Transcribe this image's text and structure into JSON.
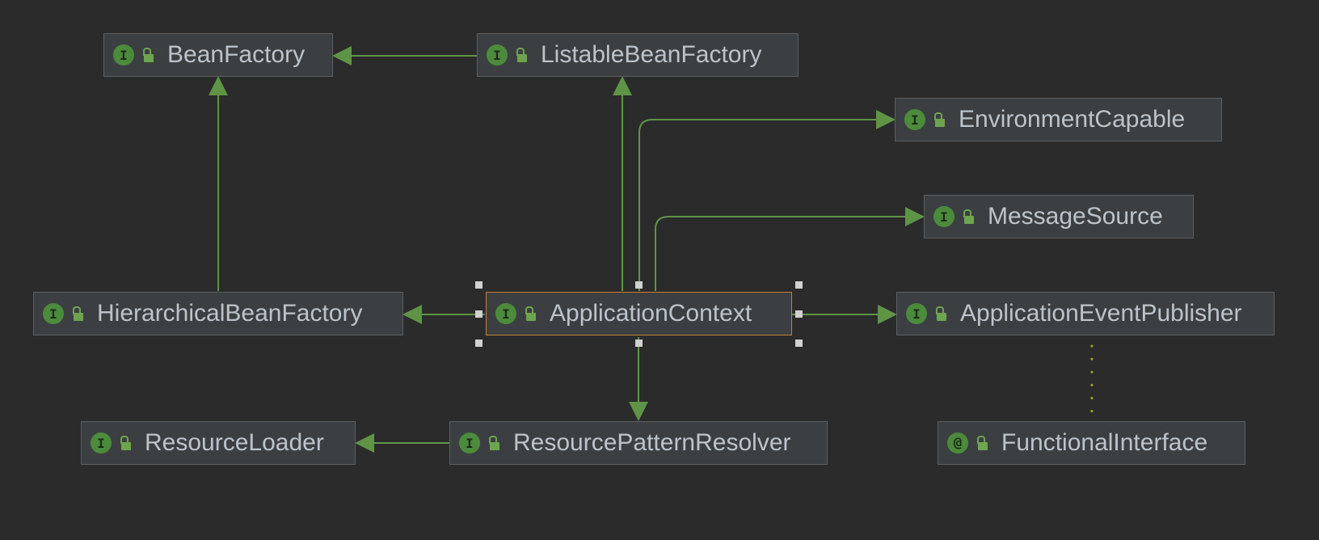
{
  "diagram": {
    "colors": {
      "background": "#2b2b2b",
      "node_fill": "#3c3f41",
      "node_border": "#5c5f61",
      "selected_border": "#c77f31",
      "edge": "#5f9447",
      "dotted_edge": "#a7a620",
      "label": "#bbc4cc",
      "badge": "#4b8b3b"
    },
    "nodes": {
      "bean_factory": {
        "label": "BeanFactory",
        "kind": "I",
        "kind_icon": "interface-icon",
        "access_icon": "unlocked-icon"
      },
      "listable_bean_factory": {
        "label": "ListableBeanFactory",
        "kind": "I",
        "kind_icon": "interface-icon",
        "access_icon": "unlocked-icon"
      },
      "environment_capable": {
        "label": "EnvironmentCapable",
        "kind": "I",
        "kind_icon": "interface-icon",
        "access_icon": "unlocked-icon"
      },
      "message_source": {
        "label": "MessageSource",
        "kind": "I",
        "kind_icon": "interface-icon",
        "access_icon": "unlocked-icon"
      },
      "hierarchical_bean_factory": {
        "label": "HierarchicalBeanFactory",
        "kind": "I",
        "kind_icon": "interface-icon",
        "access_icon": "unlocked-icon"
      },
      "application_context": {
        "label": "ApplicationContext",
        "kind": "I",
        "kind_icon": "interface-icon",
        "access_icon": "unlocked-icon",
        "selected": true
      },
      "application_event_publisher": {
        "label": "ApplicationEventPublisher",
        "kind": "I",
        "kind_icon": "interface-icon",
        "access_icon": "unlocked-icon"
      },
      "resource_loader": {
        "label": "ResourceLoader",
        "kind": "I",
        "kind_icon": "interface-icon",
        "access_icon": "unlocked-icon"
      },
      "resource_pattern_resolver": {
        "label": "ResourcePatternResolver",
        "kind": "I",
        "kind_icon": "interface-icon",
        "access_icon": "unlocked-icon"
      },
      "functional_interface": {
        "label": "FunctionalInterface",
        "kind": "@",
        "kind_icon": "annotation-icon",
        "access_icon": "unlocked-icon"
      }
    },
    "edges": [
      {
        "from": "listable_bean_factory",
        "to": "bean_factory",
        "style": "solid"
      },
      {
        "from": "hierarchical_bean_factory",
        "to": "bean_factory",
        "style": "solid"
      },
      {
        "from": "application_context",
        "to": "listable_bean_factory",
        "style": "solid"
      },
      {
        "from": "application_context",
        "to": "environment_capable",
        "style": "solid"
      },
      {
        "from": "application_context",
        "to": "message_source",
        "style": "solid"
      },
      {
        "from": "application_context",
        "to": "hierarchical_bean_factory",
        "style": "solid"
      },
      {
        "from": "application_context",
        "to": "application_event_publisher",
        "style": "solid"
      },
      {
        "from": "application_context",
        "to": "resource_pattern_resolver",
        "style": "solid"
      },
      {
        "from": "resource_pattern_resolver",
        "to": "resource_loader",
        "style": "solid"
      },
      {
        "from": "application_event_publisher",
        "to": "functional_interface",
        "style": "dotted"
      }
    ]
  }
}
